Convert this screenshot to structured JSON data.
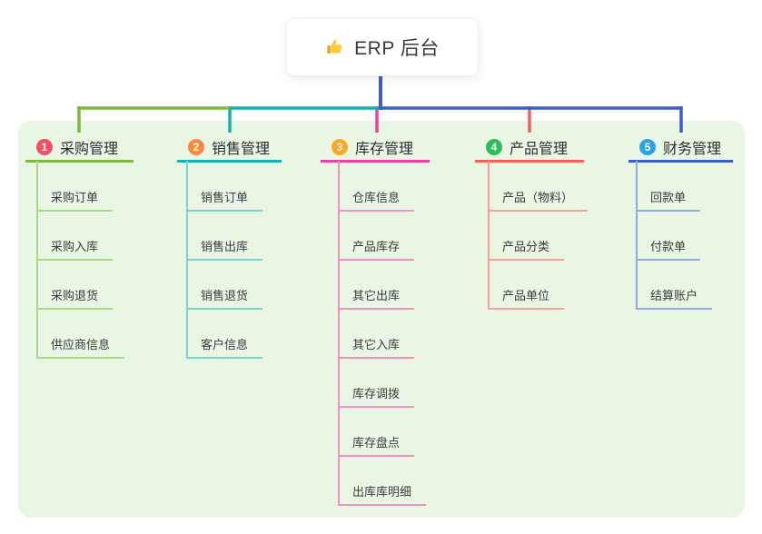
{
  "root": {
    "label": "ERP 后台",
    "icon": "thumbs-up-icon",
    "icon_color": "#ffc83d"
  },
  "canvas": {
    "panel_color": "#e8f6e3",
    "root_connector_color": "#3c5ec9"
  },
  "branches": [
    {
      "number": "1",
      "label": "采购管理",
      "badge_color": "#ee5066",
      "line_color": "#7cb93e",
      "child_line_color": "#aad788",
      "children": [
        "采购订单",
        "采购入库",
        "采购退货",
        "供应商信息"
      ]
    },
    {
      "number": "2",
      "label": "销售管理",
      "badge_color": "#fb8a3e",
      "line_color": "#0fb3b1",
      "child_line_color": "#7fd3cf",
      "children": [
        "销售订单",
        "销售出库",
        "销售退货",
        "客户信息"
      ]
    },
    {
      "number": "3",
      "label": "库存管理",
      "badge_color": "#ffa726",
      "line_color": "#ee3f9d",
      "child_line_color": "#f48fc3",
      "children": [
        "仓库信息",
        "产品库存",
        "其它出库",
        "其它入库",
        "库存调拨",
        "库存盘点",
        "出库库明细"
      ]
    },
    {
      "number": "4",
      "label": "产品管理",
      "badge_color": "#2ebd59",
      "line_color": "#f45f5c",
      "child_line_color": "#f8a19c",
      "children": [
        "产品（物料）",
        "产品分类",
        "产品单位"
      ]
    },
    {
      "number": "5",
      "label": "财务管理",
      "badge_color": "#2aa3e4",
      "line_color": "#3c5ec9",
      "child_line_color": "#93a9e0",
      "children": [
        "回款单",
        "付款单",
        "结算账户"
      ]
    }
  ]
}
